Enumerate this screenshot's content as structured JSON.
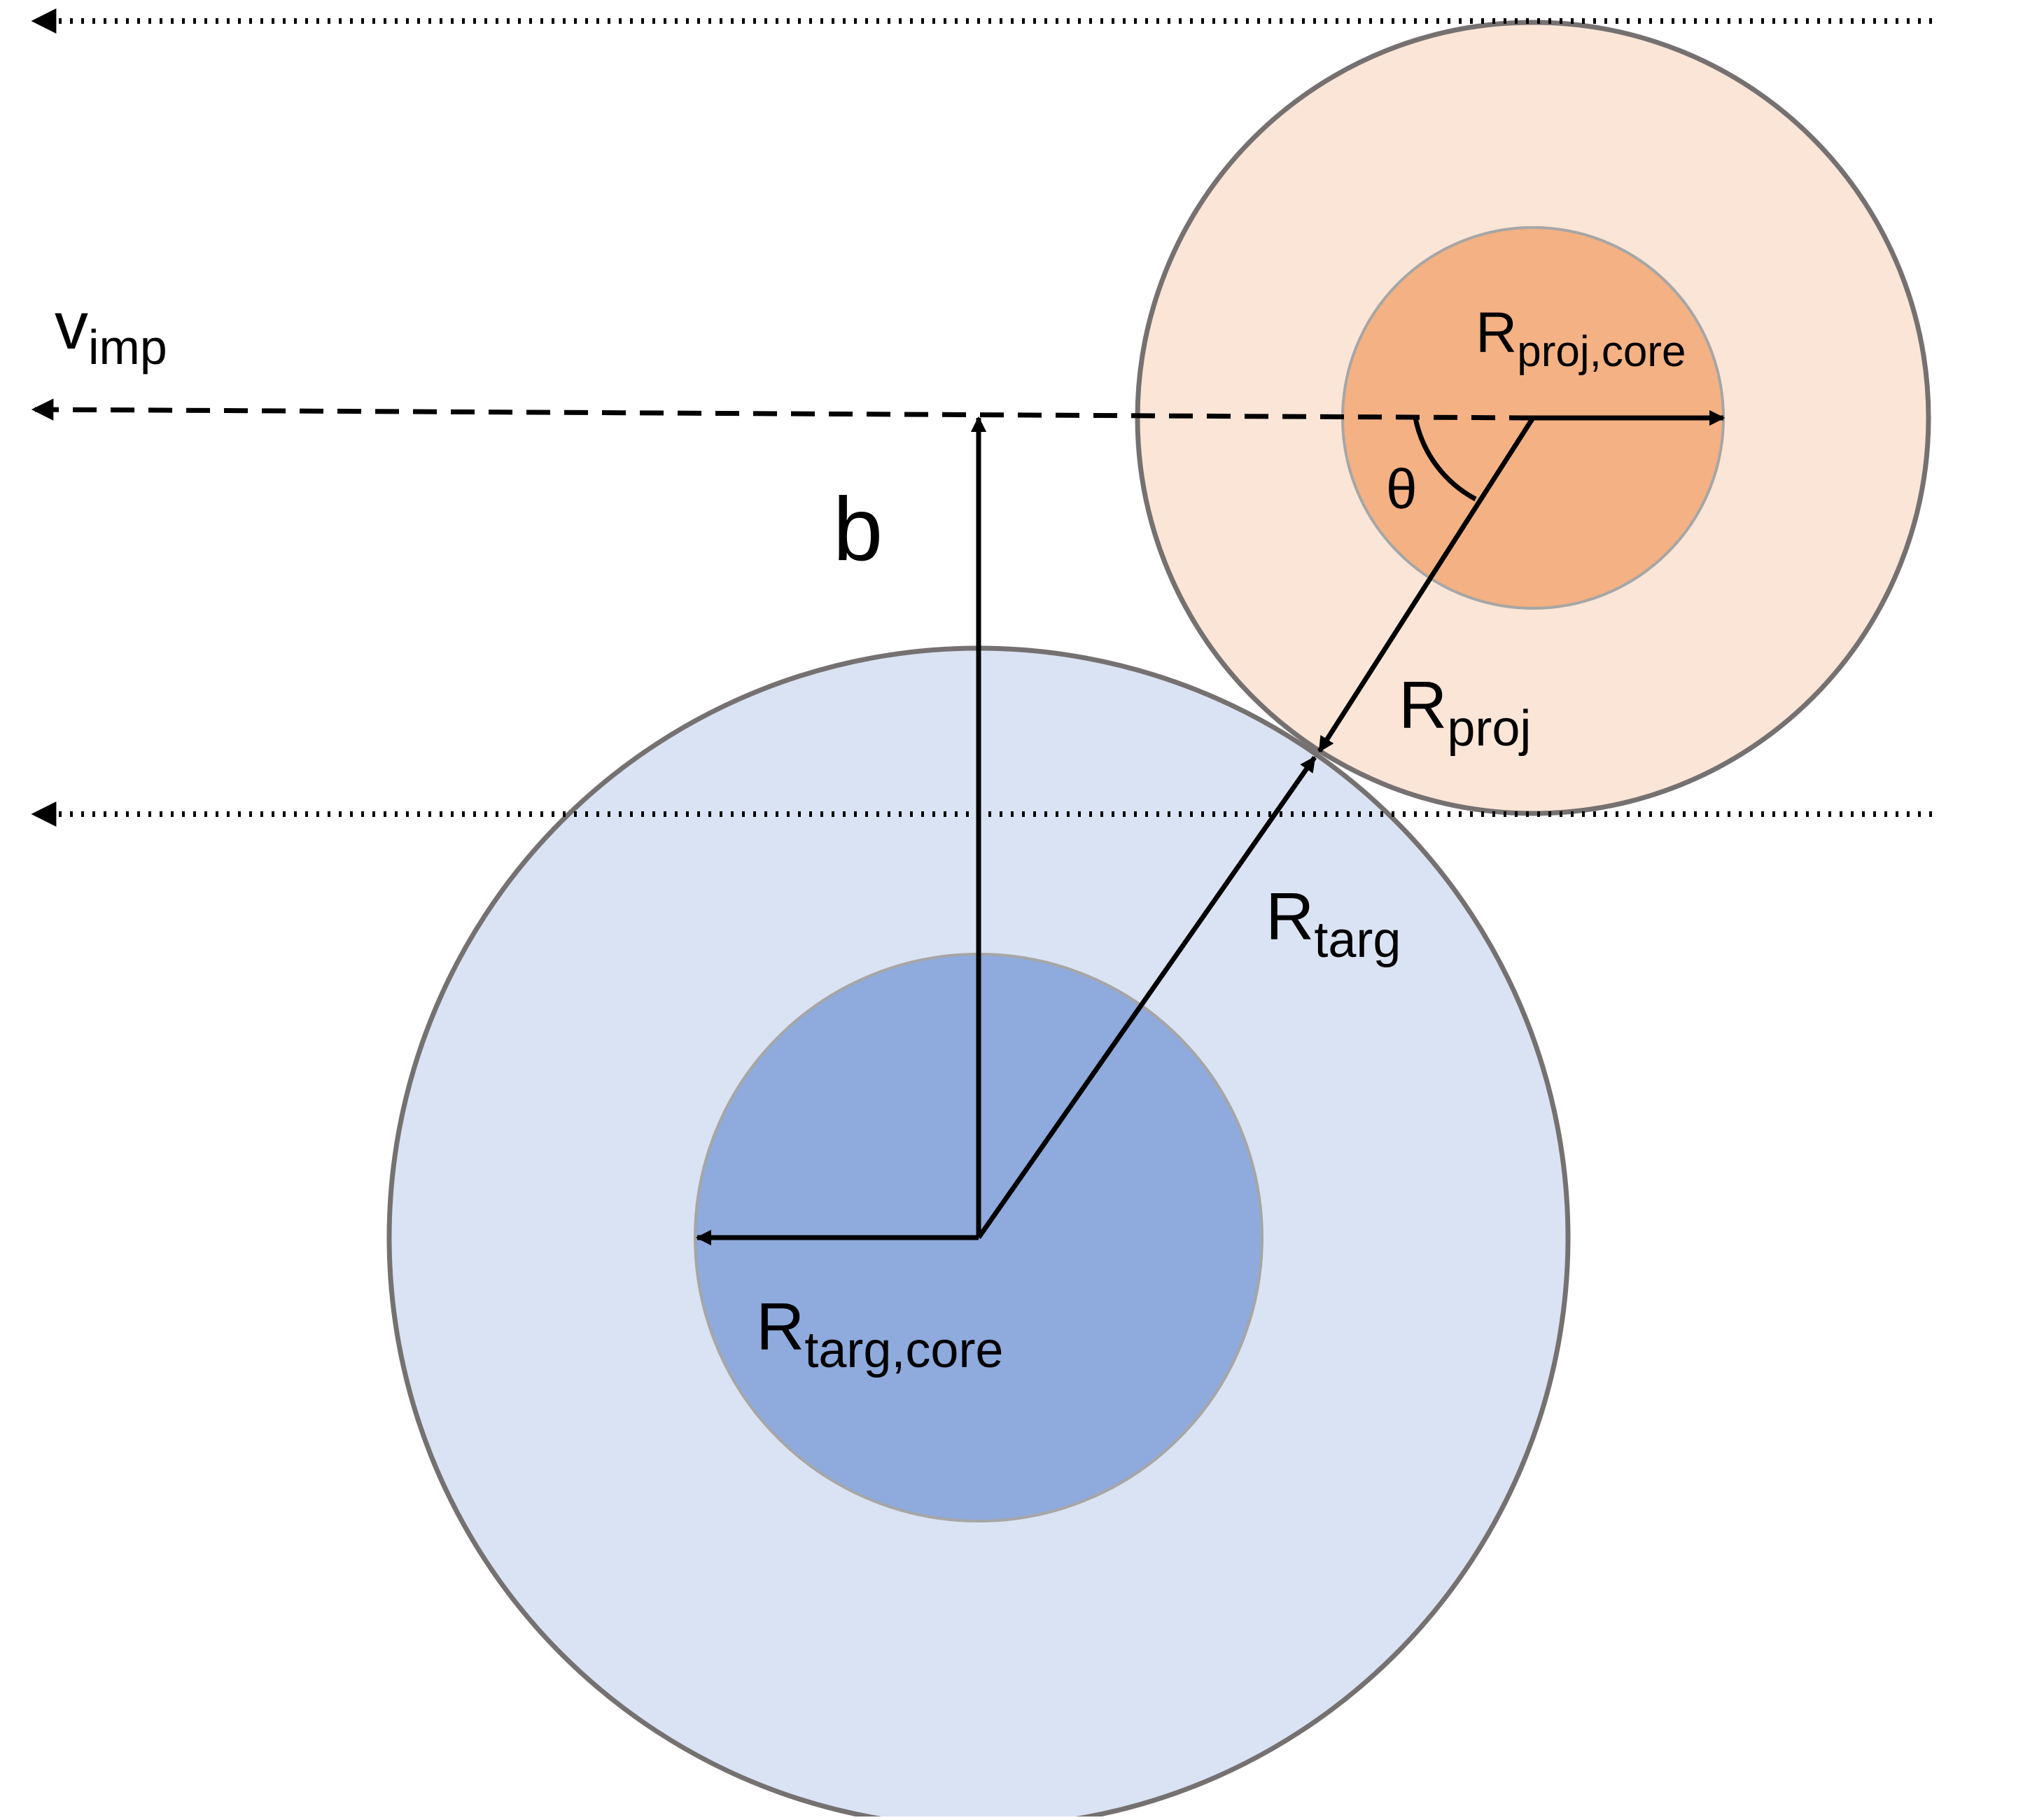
{
  "colors": {
    "target_outer": "#dae3f3",
    "target_core": "#8faadc",
    "projectile_outer": "#fbe5d6",
    "projectile_core": "#f4b183",
    "outline": "#767171",
    "core_outline": "#a6a6a6",
    "line": "#000000"
  },
  "labels": {
    "v_base": "v",
    "v_sub": "imp",
    "b": "b",
    "theta": "θ",
    "r_base": "R",
    "rprojcore_sub": "proj,core",
    "rproj_sub": "proj",
    "rtarg_sub": "targ",
    "rtargcore_sub": "targ,core"
  }
}
